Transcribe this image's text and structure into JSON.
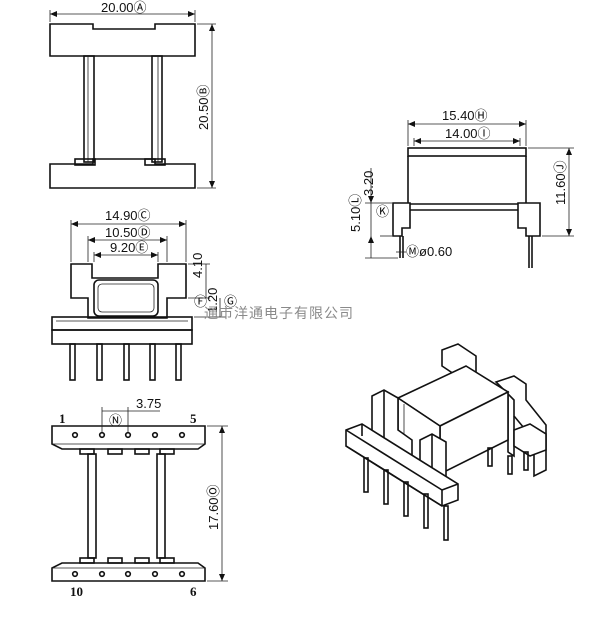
{
  "top_view": {
    "width_label": "20.00Ⓐ",
    "height_label": "20.50Ⓑ"
  },
  "side_view": {
    "outer_width_label": "15.40Ⓗ",
    "inner_width_label": "14.00Ⓘ",
    "height_label": "11.60Ⓙ",
    "flange_label": "3.20",
    "pin_length_label": "5.10Ⓛ",
    "marker_k": "Ⓚ",
    "pin_dia_label": "Ⓜø0.60"
  },
  "front_view": {
    "outer_width_label": "14.90Ⓒ",
    "mid_width_label": "10.50Ⓓ",
    "inner_width_label": "9.20Ⓔ",
    "height_label": "4.10",
    "slot_label": "1.20",
    "marker_f": "Ⓕ",
    "marker_g": "Ⓖ"
  },
  "bottom_view": {
    "pitch_label": "3.75",
    "marker_n": "Ⓝ",
    "height_label": "17.60Ⓞ",
    "pin_1": "1",
    "pin_5": "5",
    "pin_10": "10",
    "pin_6": "6"
  },
  "watermark": "通市洋通电子有限公司",
  "colors": {
    "line": "#111111",
    "watermark": "#8a8a8a",
    "background": "#ffffff"
  }
}
